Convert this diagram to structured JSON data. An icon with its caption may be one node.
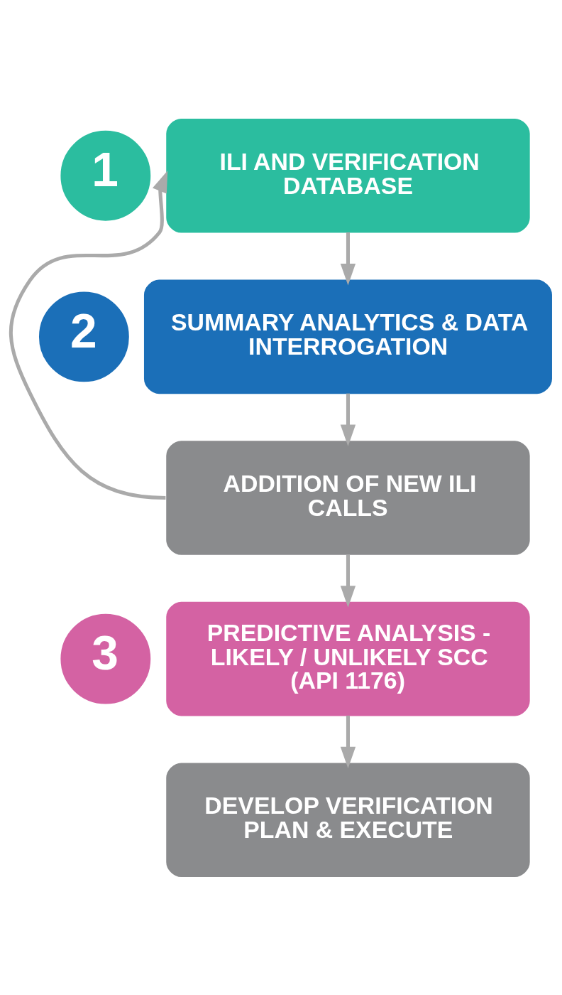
{
  "diagram": {
    "nodes": [
      {
        "text": [
          "1"
        ]
      },
      {
        "text": [
          "ILI AND VERIFICATION DATABASE"
        ]
      },
      {
        "text": [
          "2"
        ]
      },
      {
        "text": [
          "SUMMARY ANALYTICS & DATA INTERROGATION"
        ]
      },
      {
        "text": [
          "ADDITION OF NEW ILI CALLS"
        ]
      },
      {
        "text": [
          "3"
        ]
      },
      {
        "text": [
          "PREDICTIVE ANALYSIS - LIKELY / UNLIKELY SCC (API 1176)"
        ]
      },
      {
        "text": [
          "DEVELOP VERIFICATION PLAN & EXECUTE"
        ]
      }
    ],
    "edges": [
      {
        "from": 1,
        "to": 3,
        "arrow": "to"
      },
      {
        "from": 3,
        "to": 4,
        "arrow": "to"
      },
      {
        "from": 4,
        "to": 1,
        "arrow": "to"
      },
      {
        "from": 4,
        "to": 6,
        "arrow": "to"
      },
      {
        "from": 6,
        "to": 7,
        "arrow": "to"
      }
    ]
  }
}
